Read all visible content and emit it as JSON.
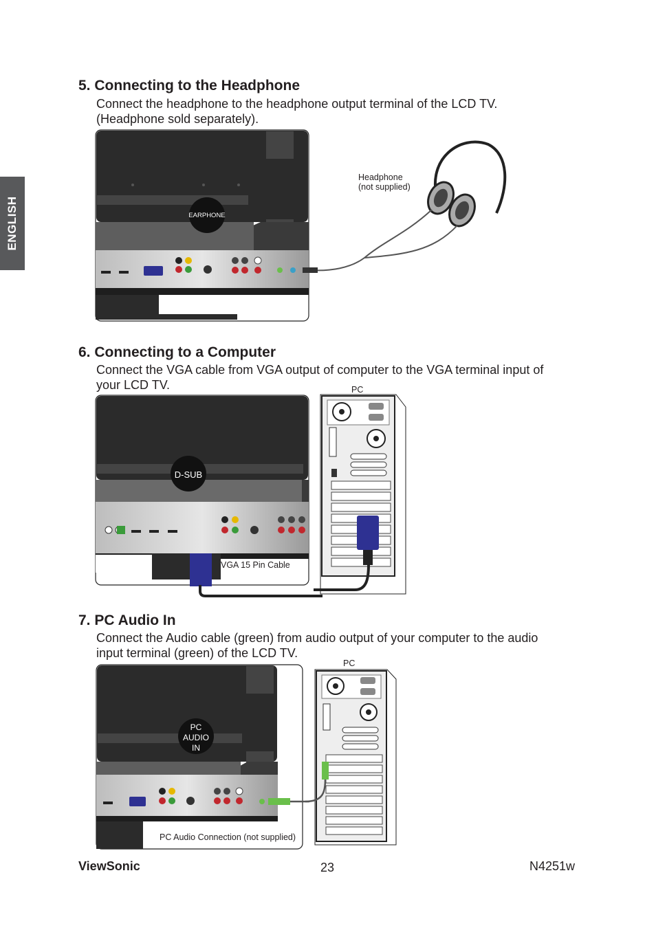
{
  "sidebar": {
    "language": "ENGLISH"
  },
  "sections": [
    {
      "title": "5. Connecting to the Headphone",
      "lines": [
        "Connect the headphone to the headphone output terminal of the LCD TV.",
        "(Headphone sold separately)."
      ],
      "port_label": "EARPHONE",
      "device_label_1": "Headphone",
      "device_label_2": "(not supplied)"
    },
    {
      "title": "6. Connecting to a Computer",
      "lines": [
        "Connect the VGA cable from VGA output of computer to the VGA terminal input of",
        "your LCD TV."
      ],
      "port_label": "D-SUB",
      "pc_label": "PC",
      "cable_label": "VGA 15 Pin Cable"
    },
    {
      "title": "7. PC Audio In",
      "lines": [
        "Connect the Audio cable (green) from audio output of your computer to the audio",
        "input terminal (green) of the LCD TV."
      ],
      "port_label_1": "PC",
      "port_label_2": "AUDIO",
      "port_label_3": "IN",
      "pc_label": "PC",
      "cable_label": "PC Audio Connection (not supplied)"
    }
  ],
  "footer": {
    "brand": "ViewSonic",
    "page": "23",
    "model": "N4251w"
  },
  "colors": {
    "sidebar": "#58595b",
    "vga": "#2e3192",
    "audio_green": "#6abf4b",
    "tv_dark": "#2b2b2b"
  }
}
